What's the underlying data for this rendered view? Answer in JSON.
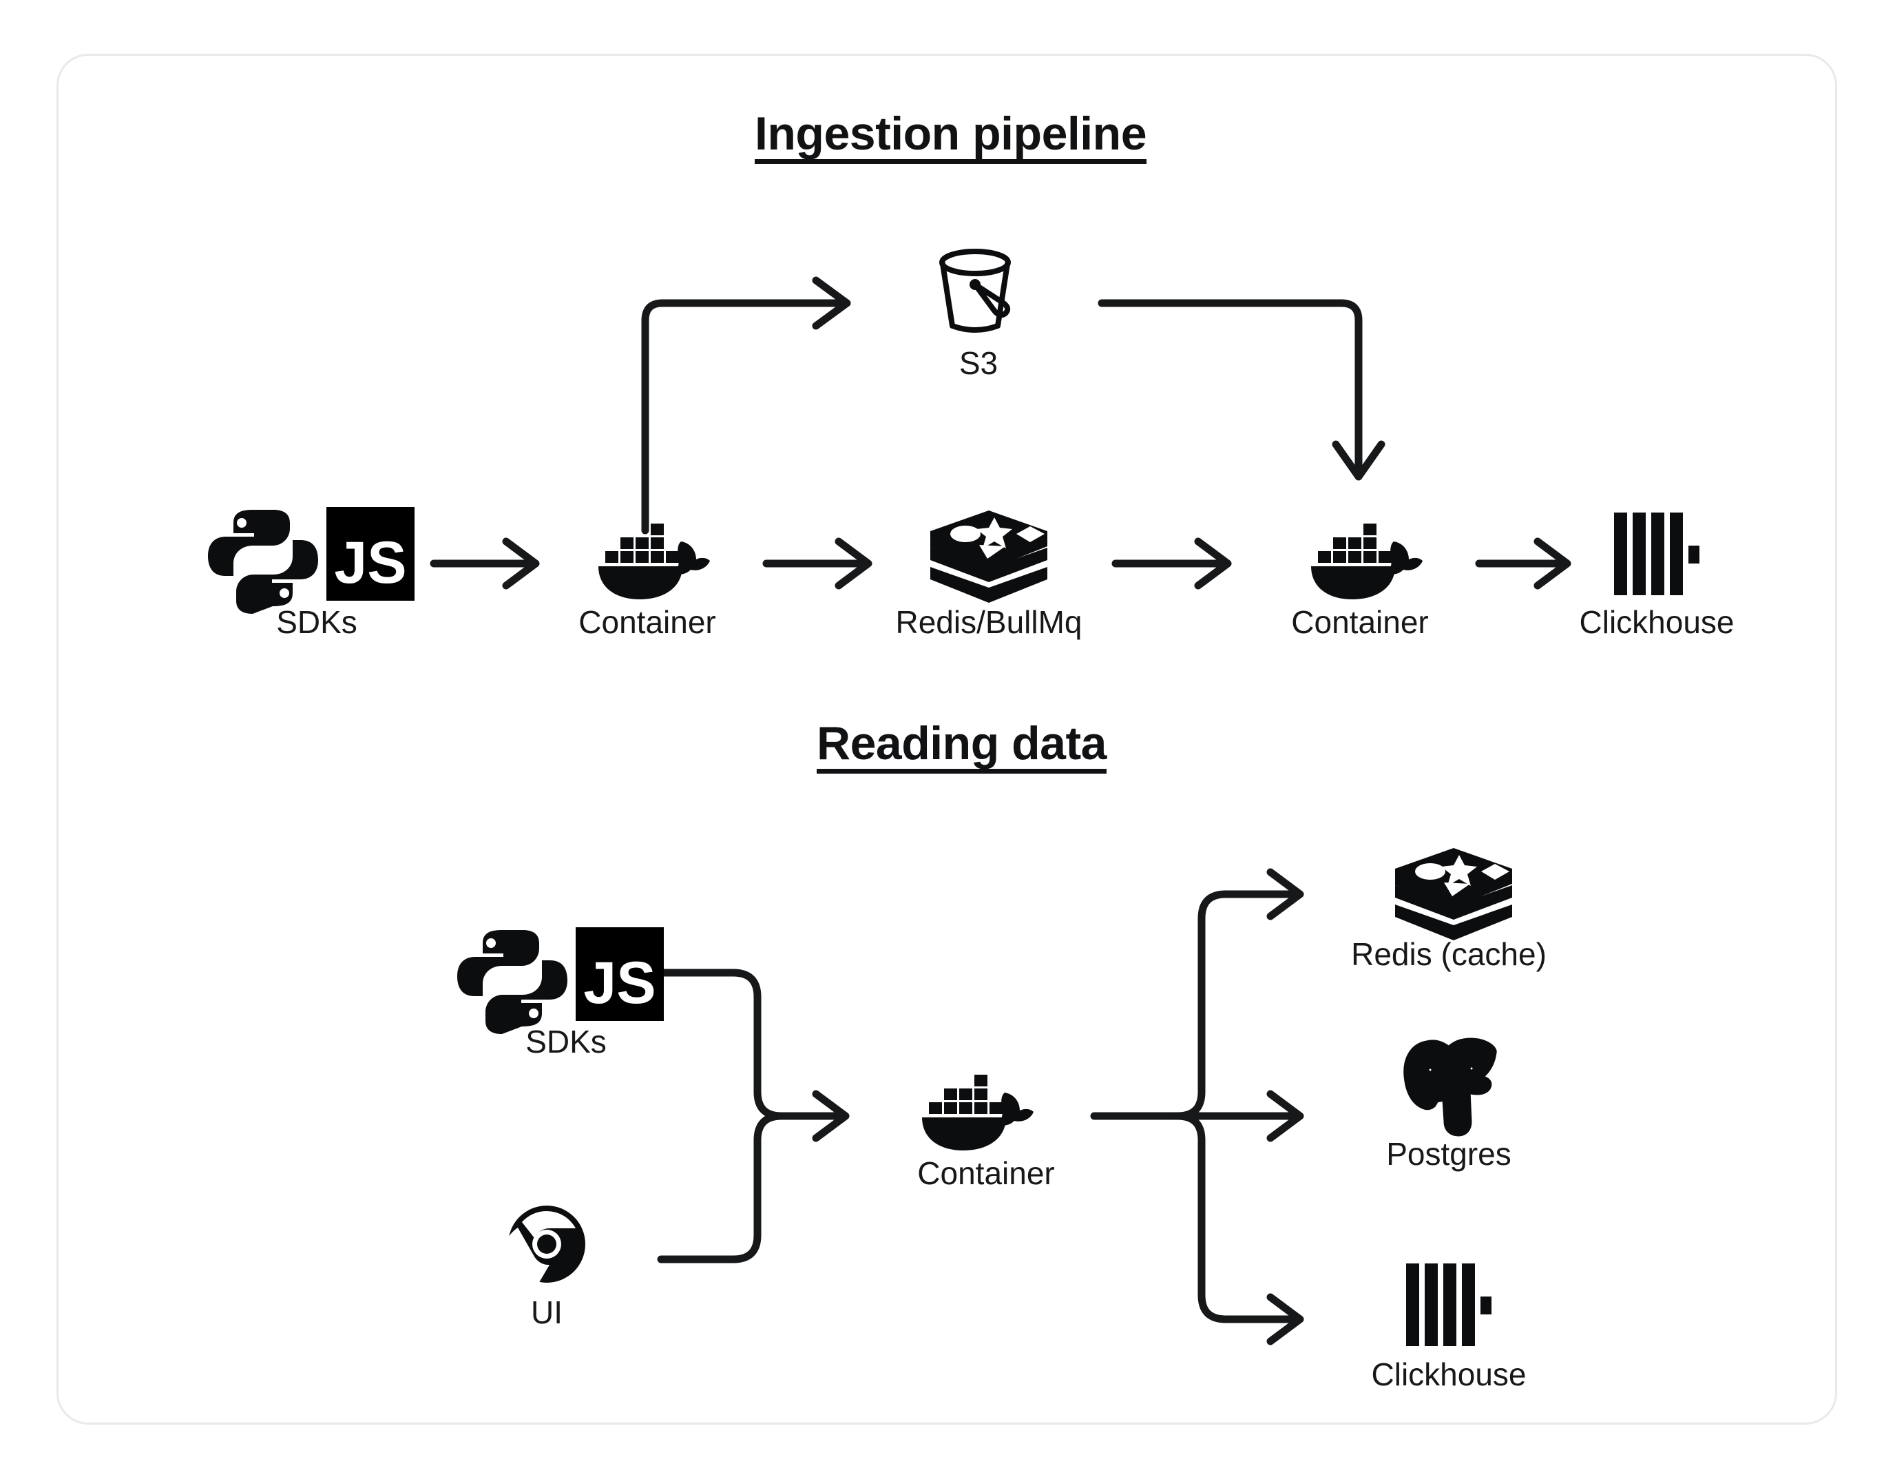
{
  "card": {
    "border_color": "#e9e9ea",
    "background": "#ffffff"
  },
  "ink_color": "#111214",
  "sections": [
    {
      "id": "ingestion",
      "title": "Ingestion pipeline",
      "nodes": [
        {
          "id": "sdks-1",
          "label": "SDKs",
          "icon": "python-js-sdk-icon"
        },
        {
          "id": "container-1",
          "label": "Container",
          "icon": "docker-whale-icon"
        },
        {
          "id": "s3",
          "label": "S3",
          "icon": "s3-bucket-icon"
        },
        {
          "id": "redis-bullmq",
          "label": "Redis/BullMq",
          "icon": "redis-stack-icon"
        },
        {
          "id": "container-2",
          "label": "Container",
          "icon": "docker-whale-icon"
        },
        {
          "id": "clickhouse-1",
          "label": "Clickhouse",
          "icon": "clickhouse-bars-icon"
        }
      ],
      "edges": [
        {
          "from": "sdks-1",
          "to": "container-1",
          "style": "straight-arrow"
        },
        {
          "from": "container-1",
          "to": "s3",
          "style": "up-then-right-arrow"
        },
        {
          "from": "container-1",
          "to": "redis-bullmq",
          "style": "straight-arrow"
        },
        {
          "from": "s3",
          "to": "container-2",
          "style": "right-then-down-arrow"
        },
        {
          "from": "redis-bullmq",
          "to": "container-2",
          "style": "straight-arrow"
        },
        {
          "from": "container-2",
          "to": "clickhouse-1",
          "style": "straight-arrow"
        }
      ]
    },
    {
      "id": "reading",
      "title": "Reading data",
      "nodes": [
        {
          "id": "sdks-2",
          "label": "SDKs",
          "icon": "python-js-sdk-icon"
        },
        {
          "id": "ui",
          "label": "UI",
          "icon": "chrome-browser-icon"
        },
        {
          "id": "container-3",
          "label": "Container",
          "icon": "docker-whale-icon"
        },
        {
          "id": "redis-cache",
          "label": "Redis (cache)",
          "icon": "redis-stack-icon"
        },
        {
          "id": "postgres",
          "label": "Postgres",
          "icon": "postgres-elephant-icon"
        },
        {
          "id": "clickhouse-2",
          "label": "Clickhouse",
          "icon": "clickhouse-bars-icon"
        }
      ],
      "edges": [
        {
          "from": "sdks-2",
          "to": "container-3",
          "style": "merge-arrow"
        },
        {
          "from": "ui",
          "to": "container-3",
          "style": "merge-arrow"
        },
        {
          "from": "container-3",
          "to": "redis-cache",
          "style": "fanout-arrow"
        },
        {
          "from": "container-3",
          "to": "postgres",
          "style": "fanout-arrow"
        },
        {
          "from": "container-3",
          "to": "clickhouse-2",
          "style": "fanout-arrow"
        }
      ]
    }
  ],
  "icon_text": {
    "js_badge": "JS"
  }
}
